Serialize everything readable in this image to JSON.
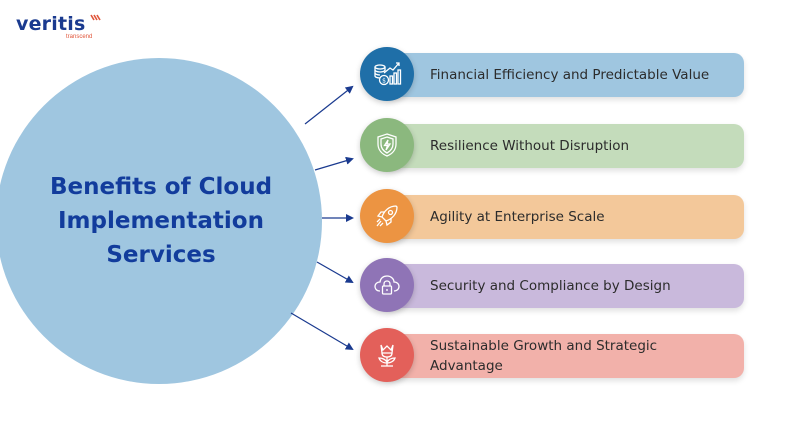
{
  "logo": {
    "wordmark": "veritis",
    "tagline": "transcend",
    "brand_color": "#1a3a8f",
    "accent_color": "#e0553a"
  },
  "hub": {
    "title": "Benefits of Cloud Implementation Services",
    "color": "#9fc6e0",
    "text_color": "#123c9c"
  },
  "arrow_color": "#1a3a8f",
  "benefits": [
    {
      "label": "Financial Efficiency and Predictable Value",
      "icon": "finance-growth-icon",
      "badge_color": "#1f6fa8",
      "pill_color": "#9fc6e0"
    },
    {
      "label": "Resilience Without Disruption",
      "icon": "shield-bolt-icon",
      "badge_color": "#8bb87e",
      "pill_color": "#c4dcbb"
    },
    {
      "label": "Agility at Enterprise Scale",
      "icon": "rocket-icon",
      "badge_color": "#ec9442",
      "pill_color": "#f3c89a"
    },
    {
      "label": "Security and Compliance by Design",
      "icon": "cloud-lock-icon",
      "badge_color": "#8f74b6",
      "pill_color": "#c9b9dc"
    },
    {
      "label": "Sustainable Growth and Strategic Advantage",
      "icon": "crown-plant-icon",
      "badge_color": "#e3605a",
      "pill_color": "#f2b1aa"
    }
  ]
}
